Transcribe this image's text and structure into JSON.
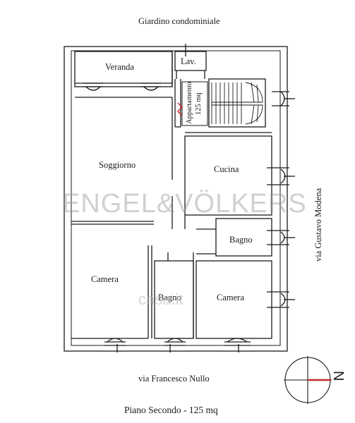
{
  "streets": {
    "top": "Giardino condominiale",
    "bottom": "via Francesco Nullo",
    "right": "via Gustavo Modena"
  },
  "rooms": {
    "veranda": "Veranda",
    "laundry": "Lav.",
    "living": "Soggiorno",
    "kitchen": "Cucina",
    "bath_right": "Bagno",
    "bedroom_left": "Camera",
    "bath_center": "Bagno",
    "bedroom_right": "Camera"
  },
  "apartment_tag": {
    "line1": "Appartamento",
    "line2": "125 mq"
  },
  "watermark": {
    "brand": "ENGEL&VÖLKERS",
    "secondary": "casa.it"
  },
  "compass": {
    "north_letter": "N"
  },
  "footer": {
    "title": "Piano Secondo - 125 mq"
  },
  "colors": {
    "walls": "#1a1a1a",
    "compass_needle": "#c62828",
    "apartment_marker": "#c62828"
  }
}
